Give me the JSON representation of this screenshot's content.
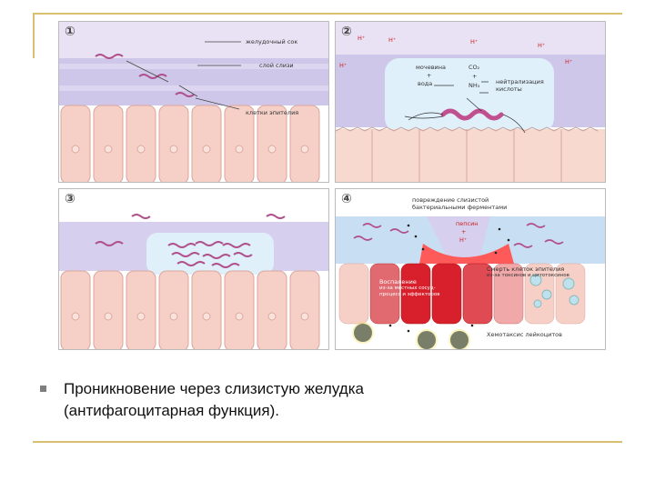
{
  "panel1": {
    "number": "①",
    "label_juice": "желудочный сок",
    "label_mucus": "слой слизи",
    "label_cells": "клетки эпителия"
  },
  "panel2": {
    "number": "②",
    "label_urea": "мочевина",
    "label_plus1": "+",
    "label_water": "вода",
    "label_co2": "CO₂",
    "label_plus2": "+",
    "label_nh3": "NH₃",
    "label_neutral": "нейтрализация кислоты",
    "h_ion": "H⁺"
  },
  "panel3": {
    "number": "③"
  },
  "panel4": {
    "number": "④",
    "label_damage": "повреждение слизистой бактериальными ферментами",
    "label_pepsin": "пепсин",
    "label_plus": "+",
    "label_h": "H⁺",
    "label_death": "Смерть клеток эпителия",
    "label_death2": "из-за токсинов и цитотоксинов",
    "label_inflam": "Воспаление",
    "label_inflam2": "из-за местных сосуд-",
    "label_inflam3": "процесс и эффекторов",
    "label_chemo": "Хемотаксис лейкоцитов"
  },
  "caption": {
    "line1": "Проникновение через слизистую желудка",
    "line2": "(антифагоцитарная функция)."
  },
  "colors": {
    "frame": "#d8c070",
    "juice": "#e2dcf2",
    "mucus": "#cfc7ea",
    "cells": "#f6cfc6",
    "bacteria": "#b0508a",
    "inflamed": "#d81c2a",
    "neutral_zone": "#dff0fb"
  }
}
